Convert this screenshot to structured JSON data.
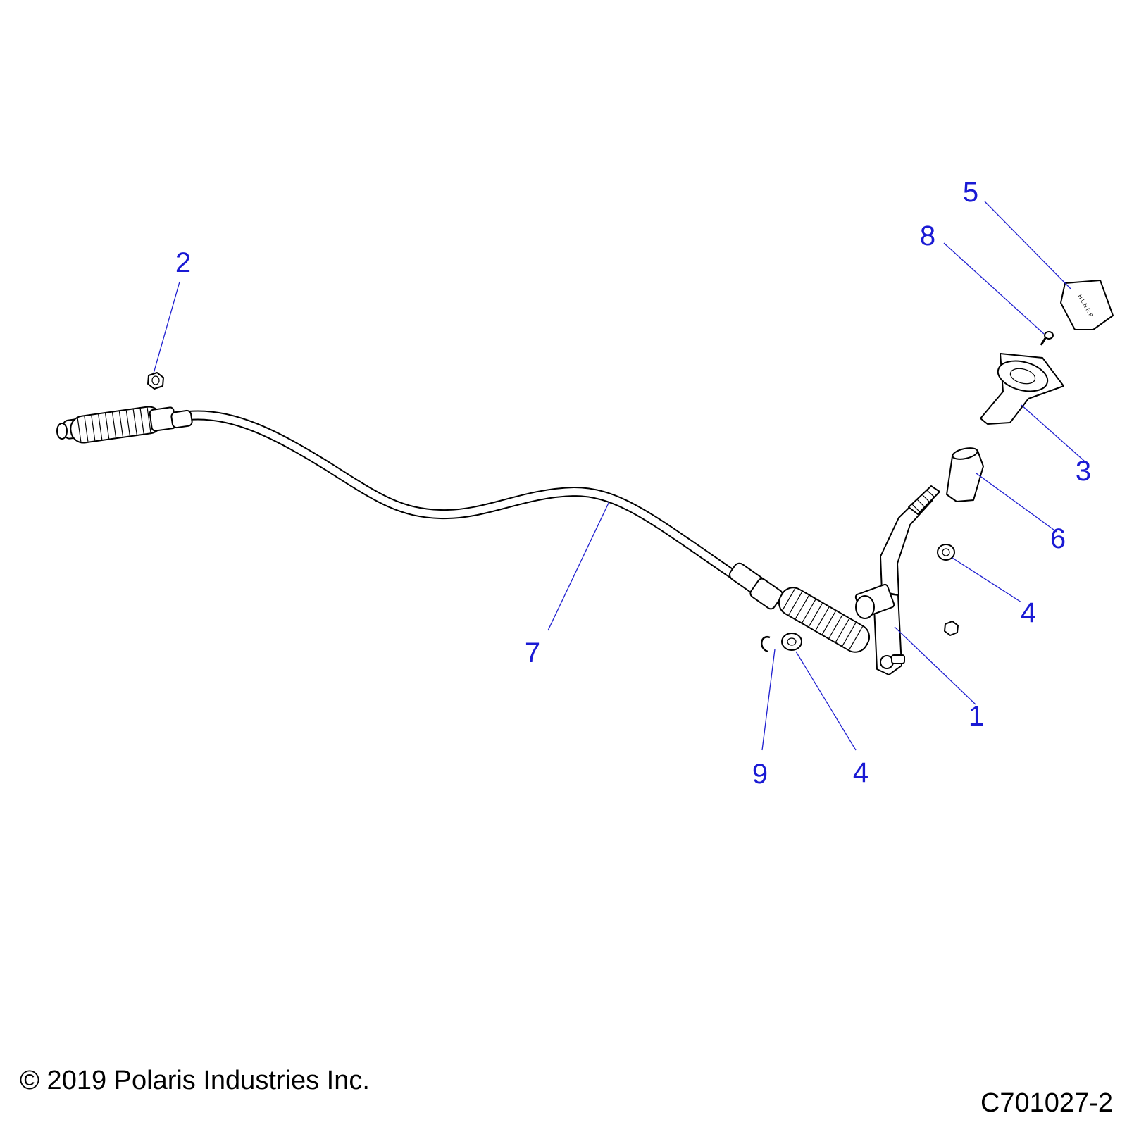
{
  "callouts": {
    "c1": "1",
    "c2": "2",
    "c3": "3",
    "c4a": "4",
    "c4b": "4",
    "c5": "5",
    "c6": "6",
    "c7": "7",
    "c8": "8",
    "c9": "9"
  },
  "footer": {
    "copyright": "© 2019 Polaris Industries Inc.",
    "drawing_number": "C701027-2"
  },
  "colors": {
    "callout": "#1a1ad4",
    "line_art": "#000000",
    "background": "#ffffff"
  }
}
